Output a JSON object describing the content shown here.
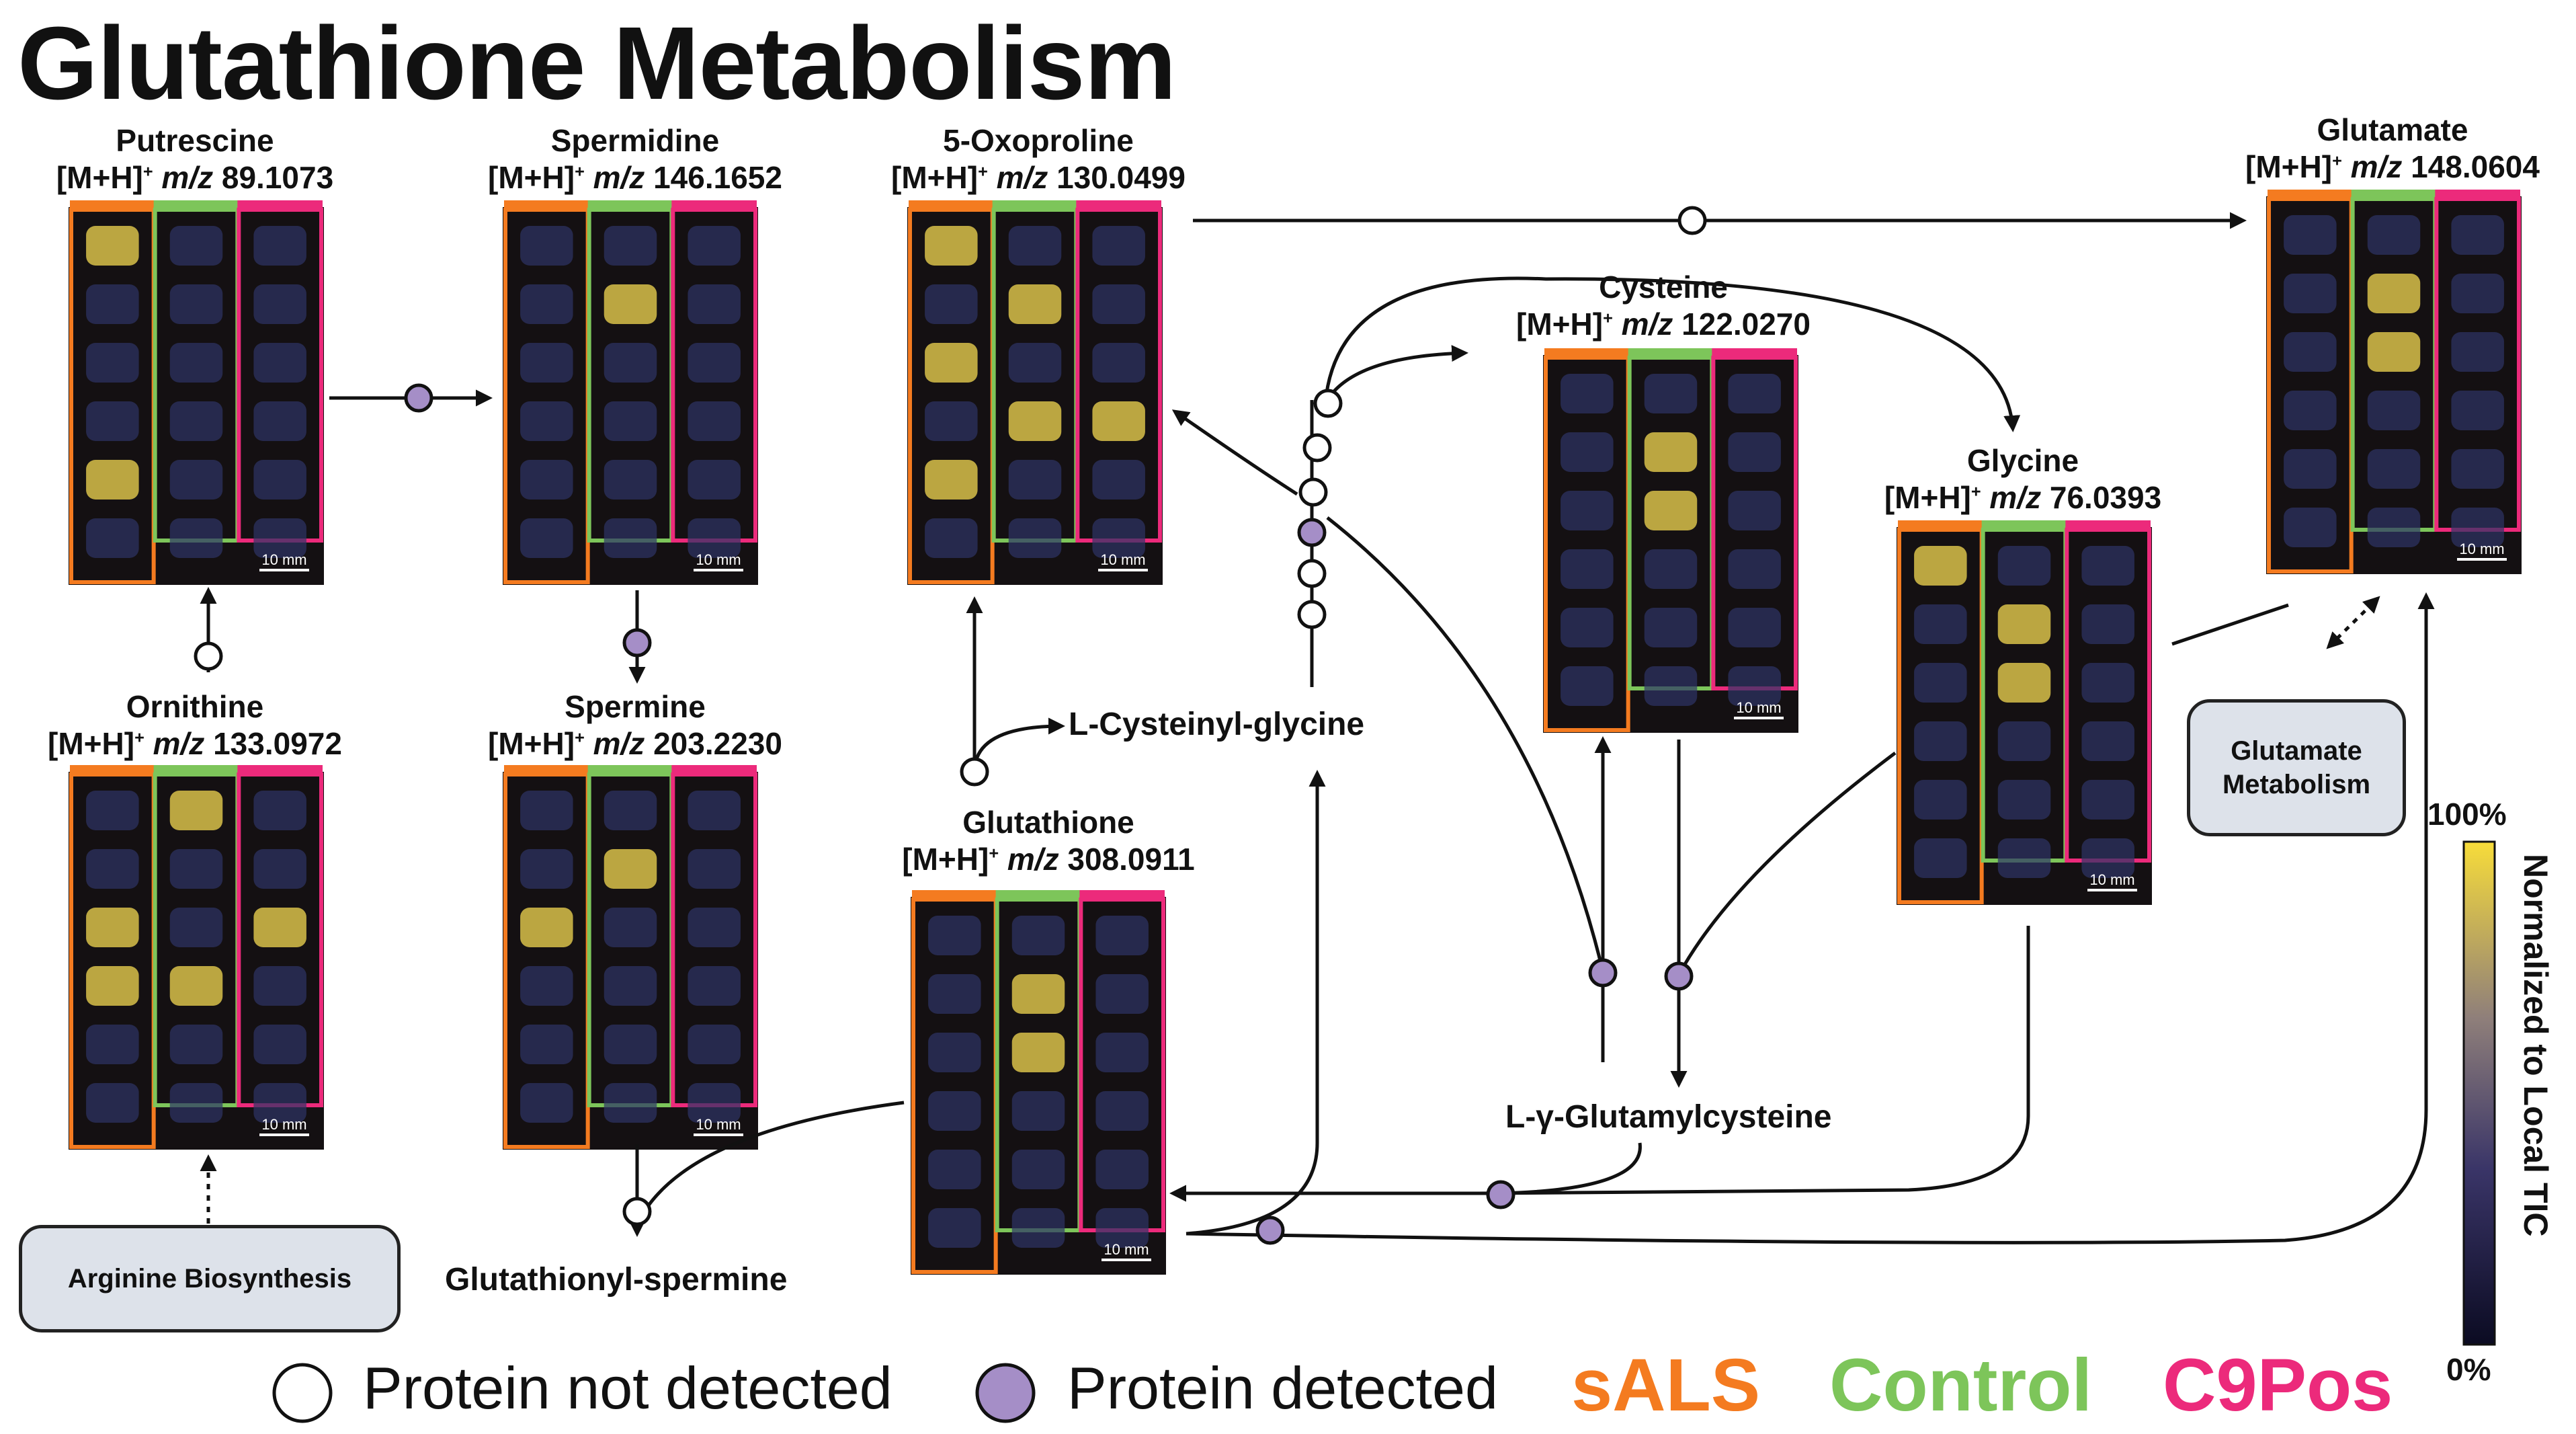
{
  "title": "Glutathione Metabolism",
  "colors": {
    "sals": "#f47b20",
    "control": "#7dc55a",
    "c9pos": "#ec2a7b",
    "protein_detected": "#a58ec7",
    "protein_not_detected": "#ffffff",
    "panel_bg": "#141012",
    "tissue": "#2e3466",
    "hot": "#d8c14a"
  },
  "scale_bar_label": "10 mm",
  "metabolites": {
    "putrescine": {
      "name": "Putrescine",
      "adduct": "[M+H]",
      "charge": "+",
      "mz_prefix": "m/z",
      "mz": "89.1073"
    },
    "spermidine": {
      "name": "Spermidine",
      "adduct": "[M+H]",
      "charge": "+",
      "mz_prefix": "m/z",
      "mz": "146.1652"
    },
    "oxoproline": {
      "name": "5-Oxoproline",
      "adduct": "[M+H]",
      "charge": "+",
      "mz_prefix": "m/z",
      "mz": "130.0499"
    },
    "glutamate": {
      "name": "Glutamate",
      "adduct": "[M+H]",
      "charge": "+",
      "mz_prefix": "m/z",
      "mz": "148.0604"
    },
    "cysteine": {
      "name": "Cysteine",
      "adduct": "[M+H]",
      "charge": "+",
      "mz_prefix": "m/z",
      "mz": "122.0270"
    },
    "glycine": {
      "name": "Glycine",
      "adduct": "[M+H]",
      "charge": "+",
      "mz_prefix": "m/z",
      "mz": "76.0393"
    },
    "ornithine": {
      "name": "Ornithine",
      "adduct": "[M+H]",
      "charge": "+",
      "mz_prefix": "m/z",
      "mz": "133.0972"
    },
    "spermine": {
      "name": "Spermine",
      "adduct": "[M+H]",
      "charge": "+",
      "mz_prefix": "m/z",
      "mz": "203.2230"
    },
    "glutathione": {
      "name": "Glutathione",
      "adduct": "[M+H]",
      "charge": "+",
      "mz_prefix": "m/z",
      "mz": "308.0911"
    }
  },
  "compounds": {
    "cysteinyl_glycine": "L-Cysteinyl-glycine",
    "glutamylcysteine": "L-γ-Glutamylcysteine",
    "glutathionyl_spermine": "Glutathionyl-spermine"
  },
  "pathways": {
    "arginine": "Arginine Biosynthesis",
    "glutamate_line1": "Glutamate",
    "glutamate_line2": "Metabolism"
  },
  "legend": {
    "not_detected": "Protein not detected",
    "detected": "Protein detected",
    "groups": [
      "sALS",
      "Control",
      "C9Pos"
    ]
  },
  "colorbar": {
    "max_label": "100%",
    "min_label": "0%",
    "title": "Normalized to Local TIC"
  }
}
